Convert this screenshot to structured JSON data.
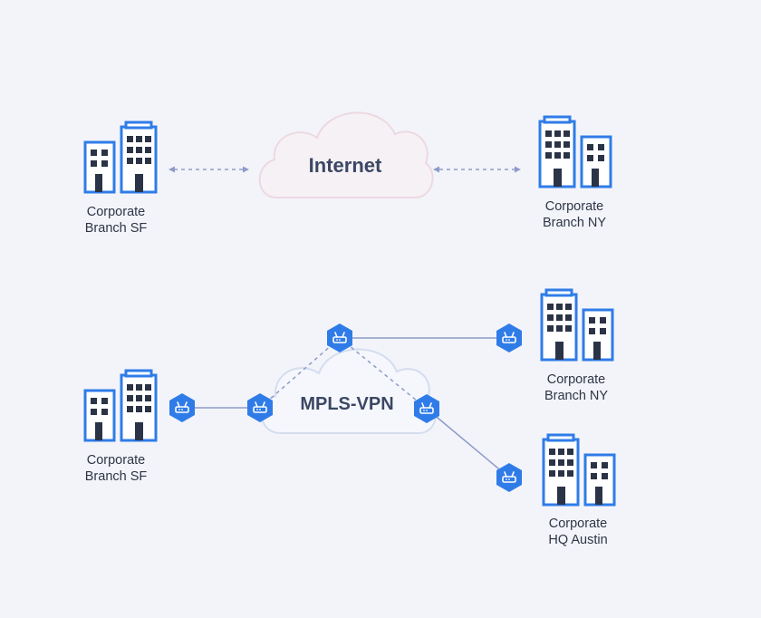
{
  "top": {
    "cloud_label": "Internet",
    "left_site": {
      "line1": "Corporate",
      "line2": "Branch SF"
    },
    "right_site": {
      "line1": "Corporate",
      "line2": "Branch NY"
    }
  },
  "bottom": {
    "cloud_label": "MPLS-VPN",
    "left_site": {
      "line1": "Corporate",
      "line2": "Branch SF"
    },
    "right_top_site": {
      "line1": "Corporate",
      "line2": "Branch NY"
    },
    "right_bottom_site": {
      "line1": "Corporate",
      "line2": "HQ Austin"
    }
  },
  "colors": {
    "background": "#f3f4f9",
    "building_stroke": "#2f7ce8",
    "building_window": "#2b3346",
    "router_fill": "#2f7ce8",
    "link_line": "#8e9bc8",
    "internet_cloud_stroke": "#ecd9e2",
    "mpls_cloud_stroke": "#d4ddef"
  },
  "icons": {
    "building": "office-building-icon",
    "router": "router-hexagon-icon",
    "cloud": "cloud-icon"
  }
}
